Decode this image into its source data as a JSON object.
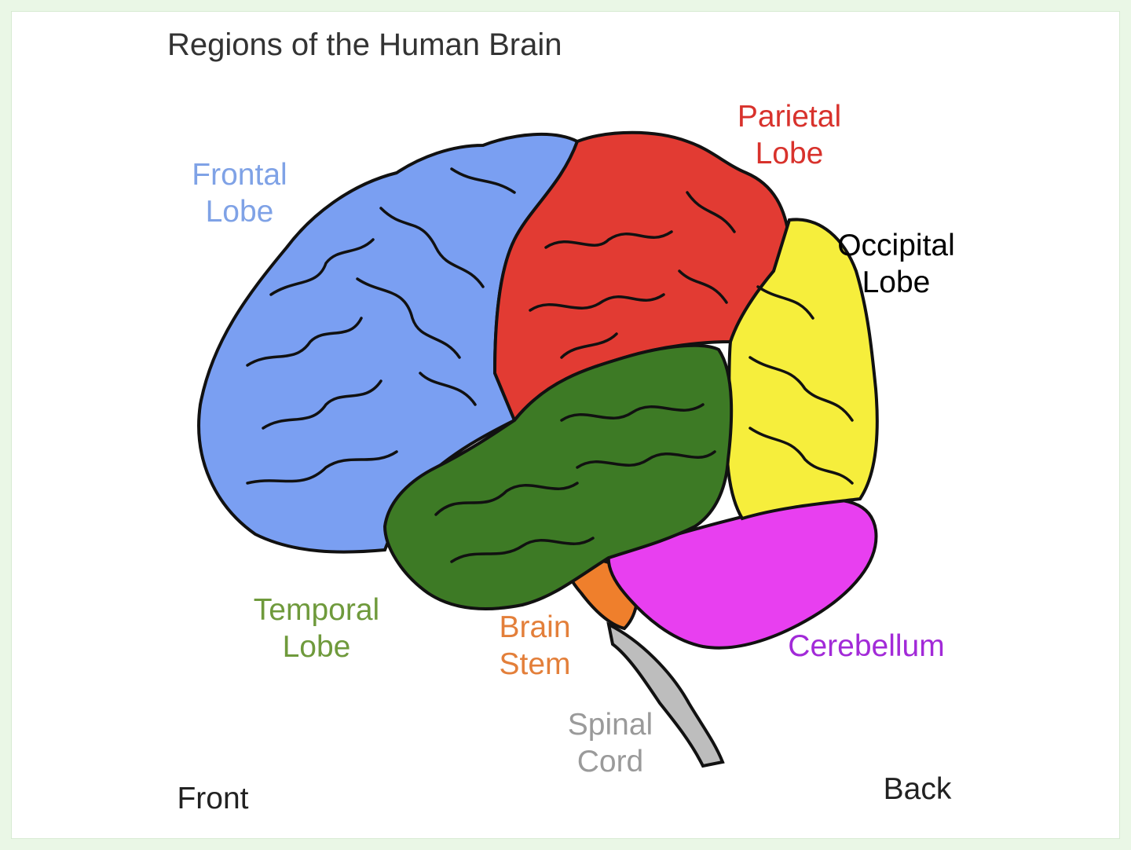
{
  "title": "Regions of the Human Brain",
  "regions": {
    "frontal": {
      "line1": "Frontal",
      "line2": "Lobe",
      "color": "#7fa2e6"
    },
    "parietal": {
      "line1": "Parietal",
      "line2": "Lobe",
      "color": "#d8322c"
    },
    "occipital": {
      "line1": "Occipital",
      "line2": "Lobe",
      "color": "#000000"
    },
    "temporal": {
      "line1": "Temporal",
      "line2": "Lobe",
      "color": "#6f9a3c"
    },
    "brainstem": {
      "line1": "Brain",
      "line2": "Stem",
      "color": "#e37f3a"
    },
    "cerebellum": {
      "line1": "Cerebellum",
      "color": "#a22ad8"
    },
    "spinalcord": {
      "line1": "Spinal",
      "line2": "Cord",
      "color": "#9a9a9a"
    }
  },
  "orientation": {
    "front": "Front",
    "back": "Back"
  },
  "fill_colors": {
    "frontal": "#7a9ff2",
    "parietal": "#e23b33",
    "occipital": "#f6ee3c",
    "temporal": "#3d7a25",
    "cerebellum": "#e83ff0",
    "brainstem": "#ef7f2c",
    "spinalcord": "#bdbdbd",
    "frame": "#eaf7e6"
  }
}
